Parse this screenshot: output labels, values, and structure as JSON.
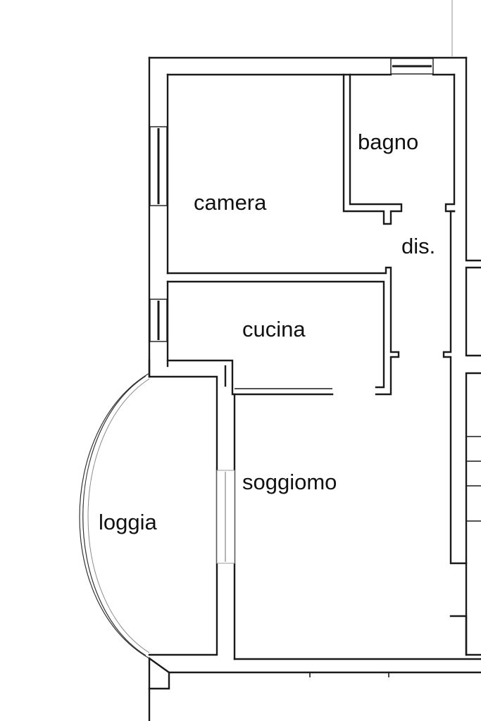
{
  "rooms": [
    {
      "id": "camera",
      "label": "camera"
    },
    {
      "id": "bagno",
      "label": "bagno"
    },
    {
      "id": "disimpegno",
      "label": "dis."
    },
    {
      "id": "cucina",
      "label": "cucina"
    },
    {
      "id": "soggiorno",
      "label": "soggiomo"
    },
    {
      "id": "loggia",
      "label": "loggia"
    }
  ],
  "colors": {
    "walls": "#1a1a1a",
    "background": "#ffffff"
  }
}
